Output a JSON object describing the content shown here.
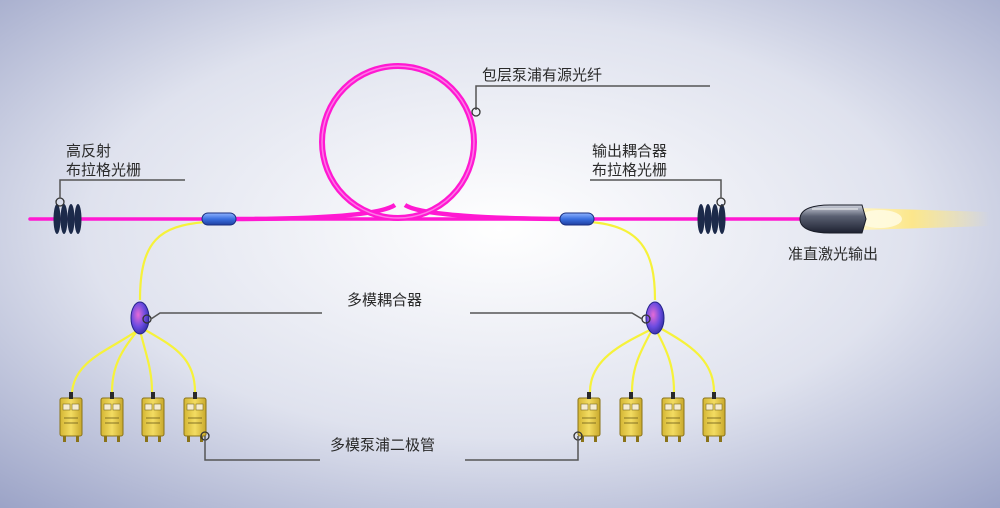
{
  "labels": {
    "active_fiber": "包层泵浦有源光纤",
    "hr_fbg_line1": "高反射",
    "hr_fbg_line2": "布拉格光栅",
    "oc_fbg_line1": "输出耦合器",
    "oc_fbg_line2": "布拉格光栅",
    "collimated_output": "准直激光输出",
    "multimode_coupler": "多模耦合器",
    "pump_diode": "多模泵浦二极管"
  },
  "colors": {
    "fiber": "#ff19d2",
    "pump_fiber": "#f6f23a",
    "leader_line": "#555555",
    "grating": "#1c2a4a",
    "splice": "#3a6fe0",
    "coupler": "#5a4bd8",
    "diode_body": "#e8cf4a",
    "output_beam": "#fff3a0"
  },
  "diagram": {
    "pump_count_per_side": 4,
    "grating_rings_per_fbg": 4
  }
}
